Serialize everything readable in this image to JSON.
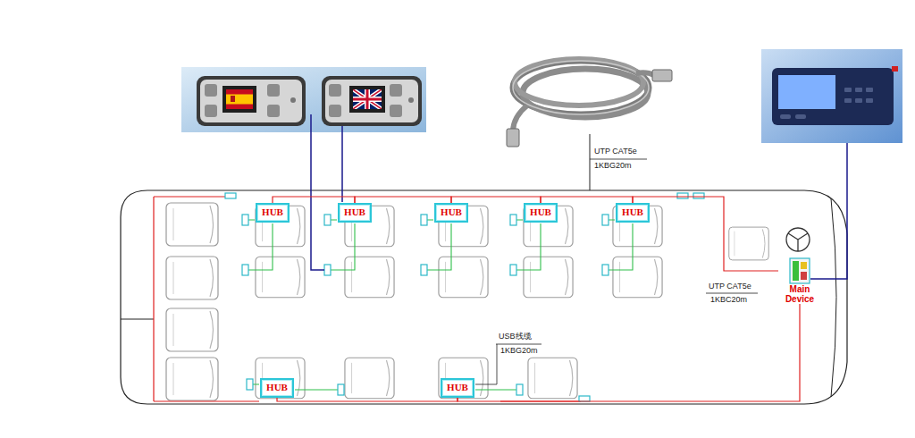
{
  "diagram": {
    "nodes": [
      {
        "text": [
          "HUB"
        ]
      },
      {
        "text": [
          "HUB"
        ]
      },
      {
        "text": [
          "HUB"
        ]
      },
      {
        "text": [
          "HUB"
        ]
      },
      {
        "text": [
          "HUB"
        ]
      },
      {
        "text": [
          "Main Device"
        ]
      },
      {
        "text": [
          "HUB"
        ]
      },
      {
        "text": [
          "HUB"
        ]
      }
    ],
    "edges": [
      {
        "from": 5,
        "to": 4,
        "arrow": "none"
      },
      {
        "from": 4,
        "to": 3,
        "arrow": "none"
      },
      {
        "from": 3,
        "to": 2,
        "arrow": "none"
      },
      {
        "from": 2,
        "to": 1,
        "arrow": "none"
      },
      {
        "from": 1,
        "to": 0,
        "arrow": "none"
      },
      {
        "from": 5,
        "to": 7,
        "arrow": "none"
      },
      {
        "from": 7,
        "to": 6,
        "arrow": "none"
      }
    ],
    "labels": [
      "UTP CAT5e",
      "1KBG20m",
      "UTP CAT5e",
      "1KBC20m",
      "USB线缆",
      "1KBG20m"
    ]
  }
}
